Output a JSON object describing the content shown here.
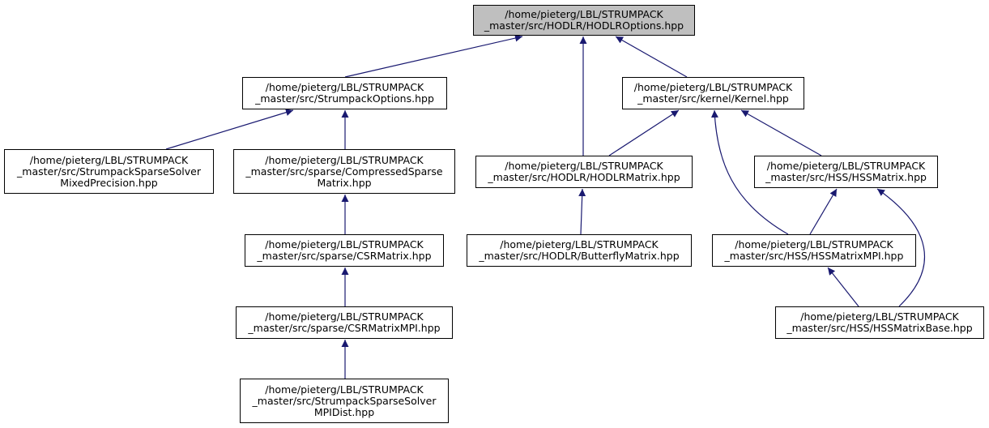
{
  "colors": {
    "edge": "#191970",
    "root_fill": "#bfbfbf",
    "node_fill": "#ffffff",
    "border": "#000000"
  },
  "nodes": {
    "root": {
      "lines": [
        "/home/pieterg/LBL/STRUMPACK",
        "_master/src/HODLR/HODLROptions.hpp"
      ]
    },
    "strumpack_options": {
      "lines": [
        "/home/pieterg/LBL/STRUMPACK",
        "_master/src/StrumpackOptions.hpp"
      ]
    },
    "kernel": {
      "lines": [
        "/home/pieterg/LBL/STRUMPACK",
        "_master/src/kernel/Kernel.hpp"
      ]
    },
    "mixed_precision": {
      "lines": [
        "/home/pieterg/LBL/STRUMPACK",
        "_master/src/StrumpackSparseSolver",
        "MixedPrecision.hpp"
      ]
    },
    "compressed_sparse": {
      "lines": [
        "/home/pieterg/LBL/STRUMPACK",
        "_master/src/sparse/CompressedSparse",
        "Matrix.hpp"
      ]
    },
    "hodlr_matrix": {
      "lines": [
        "/home/pieterg/LBL/STRUMPACK",
        "_master/src/HODLR/HODLRMatrix.hpp"
      ]
    },
    "hss_matrix": {
      "lines": [
        "/home/pieterg/LBL/STRUMPACK",
        "_master/src/HSS/HSSMatrix.hpp"
      ]
    },
    "csr_matrix": {
      "lines": [
        "/home/pieterg/LBL/STRUMPACK",
        "_master/src/sparse/CSRMatrix.hpp"
      ]
    },
    "butterfly": {
      "lines": [
        "/home/pieterg/LBL/STRUMPACK",
        "_master/src/HODLR/ButterflyMatrix.hpp"
      ]
    },
    "hss_matrix_mpi": {
      "lines": [
        "/home/pieterg/LBL/STRUMPACK",
        "_master/src/HSS/HSSMatrixMPI.hpp"
      ]
    },
    "csr_matrix_mpi": {
      "lines": [
        "/home/pieterg/LBL/STRUMPACK",
        "_master/src/sparse/CSRMatrixMPI.hpp"
      ]
    },
    "hss_matrix_base": {
      "lines": [
        "/home/pieterg/LBL/STRUMPACK",
        "_master/src/HSS/HSSMatrixBase.hpp"
      ]
    },
    "mpi_dist": {
      "lines": [
        "/home/pieterg/LBL/STRUMPACK",
        "_master/src/StrumpackSparseSolver",
        "MPIDist.hpp"
      ]
    }
  },
  "edges": [
    [
      "strumpack_options",
      "root"
    ],
    [
      "hodlr_matrix",
      "root"
    ],
    [
      "kernel",
      "root"
    ],
    [
      "mixed_precision",
      "strumpack_options"
    ],
    [
      "compressed_sparse",
      "strumpack_options"
    ],
    [
      "hodlr_matrix",
      "kernel"
    ],
    [
      "hss_matrix_mpi",
      "kernel"
    ],
    [
      "hss_matrix",
      "kernel"
    ],
    [
      "csr_matrix",
      "compressed_sparse"
    ],
    [
      "butterfly",
      "hodlr_matrix"
    ],
    [
      "hss_matrix_mpi",
      "hss_matrix"
    ],
    [
      "hss_matrix_base",
      "hss_matrix"
    ],
    [
      "hss_matrix_base",
      "hss_matrix_mpi"
    ],
    [
      "csr_matrix_mpi",
      "csr_matrix"
    ],
    [
      "mpi_dist",
      "csr_matrix_mpi"
    ]
  ]
}
